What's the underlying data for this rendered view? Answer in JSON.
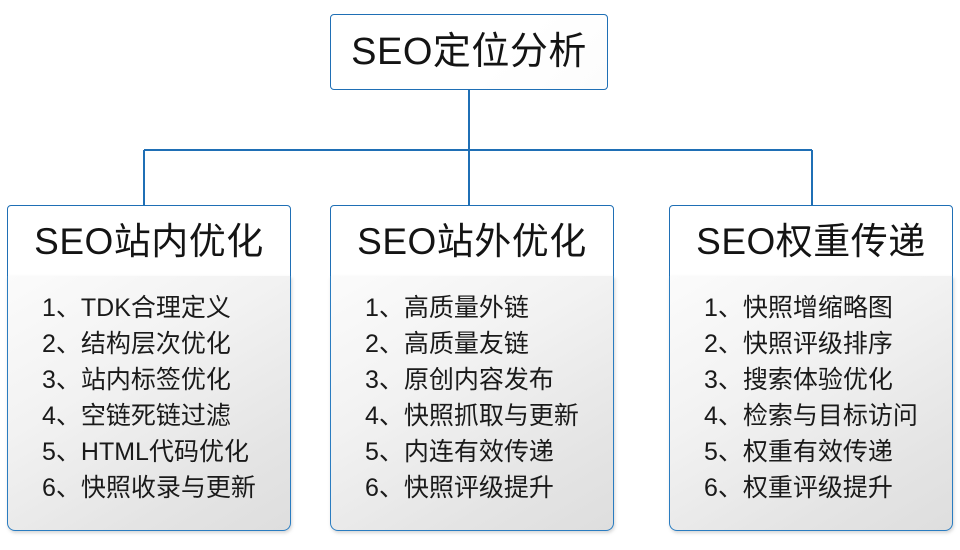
{
  "diagram": {
    "root": {
      "label": "SEO定位分析"
    },
    "accent_color": "#1F6FB5",
    "body_border_color": "#2A7CC0",
    "columns": [
      {
        "header": "SEO站内优化",
        "items": [
          {
            "index": "1、",
            "label": "TDK合理定义"
          },
          {
            "index": "2、",
            "label": "结构层次优化"
          },
          {
            "index": "3、",
            "label": "站内标签优化"
          },
          {
            "index": "4、",
            "label": "空链死链过滤"
          },
          {
            "index": "5、",
            "label": "HTML代码优化"
          },
          {
            "index": "6、",
            "label": "快照收录与更新"
          }
        ]
      },
      {
        "header": "SEO站外优化",
        "items": [
          {
            "index": "1、",
            "label": "高质量外链"
          },
          {
            "index": "2、",
            "label": "高质量友链"
          },
          {
            "index": "3、",
            "label": "原创内容发布"
          },
          {
            "index": "4、",
            "label": "快照抓取与更新"
          },
          {
            "index": "5、",
            "label": "内连有效传递"
          },
          {
            "index": "6、",
            "label": "快照评级提升"
          }
        ]
      },
      {
        "header": "SEO权重传递",
        "items": [
          {
            "index": "1、",
            "label": "快照增缩略图"
          },
          {
            "index": "2、",
            "label": "快照评级排序"
          },
          {
            "index": "3、",
            "label": "搜索体验优化"
          },
          {
            "index": "4、",
            "label": "检索与目标访问"
          },
          {
            "index": "5、",
            "label": "权重有效传递"
          },
          {
            "index": "6、",
            "label": "权重评级提升"
          }
        ]
      }
    ]
  }
}
